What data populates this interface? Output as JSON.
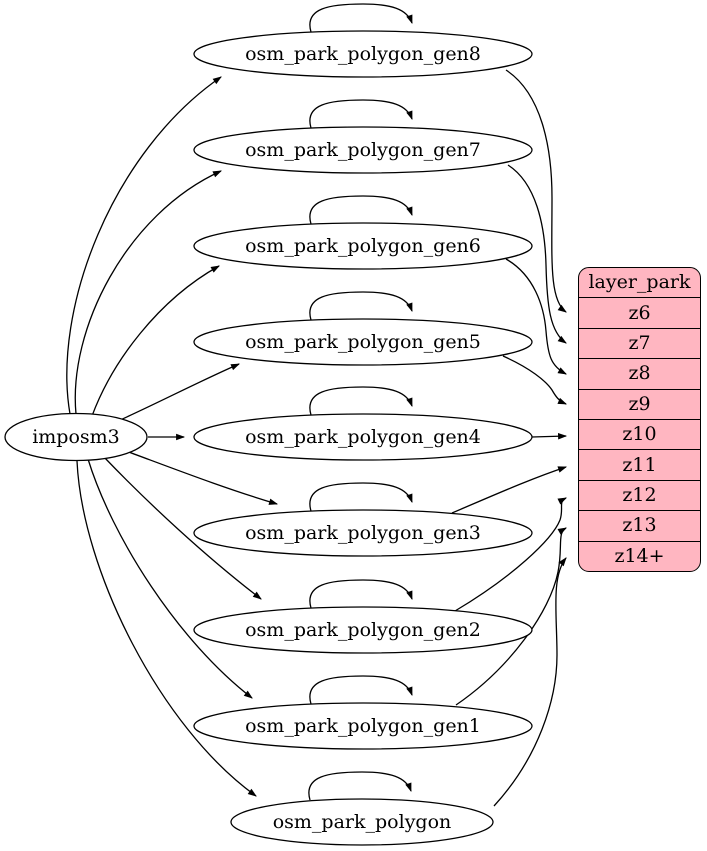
{
  "diagram": {
    "type": "graphviz-digraph",
    "background": "#ffffff",
    "stroke_color": "#000000",
    "node_fill": "#ffffff",
    "table_fill": "#ffb6c1"
  },
  "source_node": {
    "label": "imposm3"
  },
  "table_nodes": [
    {
      "label": "osm_park_polygon_gen8",
      "maps_to": "z6"
    },
    {
      "label": "osm_park_polygon_gen7",
      "maps_to": "z7"
    },
    {
      "label": "osm_park_polygon_gen6",
      "maps_to": "z8"
    },
    {
      "label": "osm_park_polygon_gen5",
      "maps_to": "z9"
    },
    {
      "label": "osm_park_polygon_gen4",
      "maps_to": "z10"
    },
    {
      "label": "osm_park_polygon_gen3",
      "maps_to": "z11"
    },
    {
      "label": "osm_park_polygon_gen2",
      "maps_to": "z12"
    },
    {
      "label": "osm_park_polygon_gen1",
      "maps_to": "z13"
    },
    {
      "label": "osm_park_polygon",
      "maps_to": "z14+"
    }
  ],
  "layer_table": {
    "header": "layer_park",
    "rows": [
      "z6",
      "z7",
      "z8",
      "z9",
      "z10",
      "z11",
      "z12",
      "z13",
      "z14+"
    ]
  }
}
